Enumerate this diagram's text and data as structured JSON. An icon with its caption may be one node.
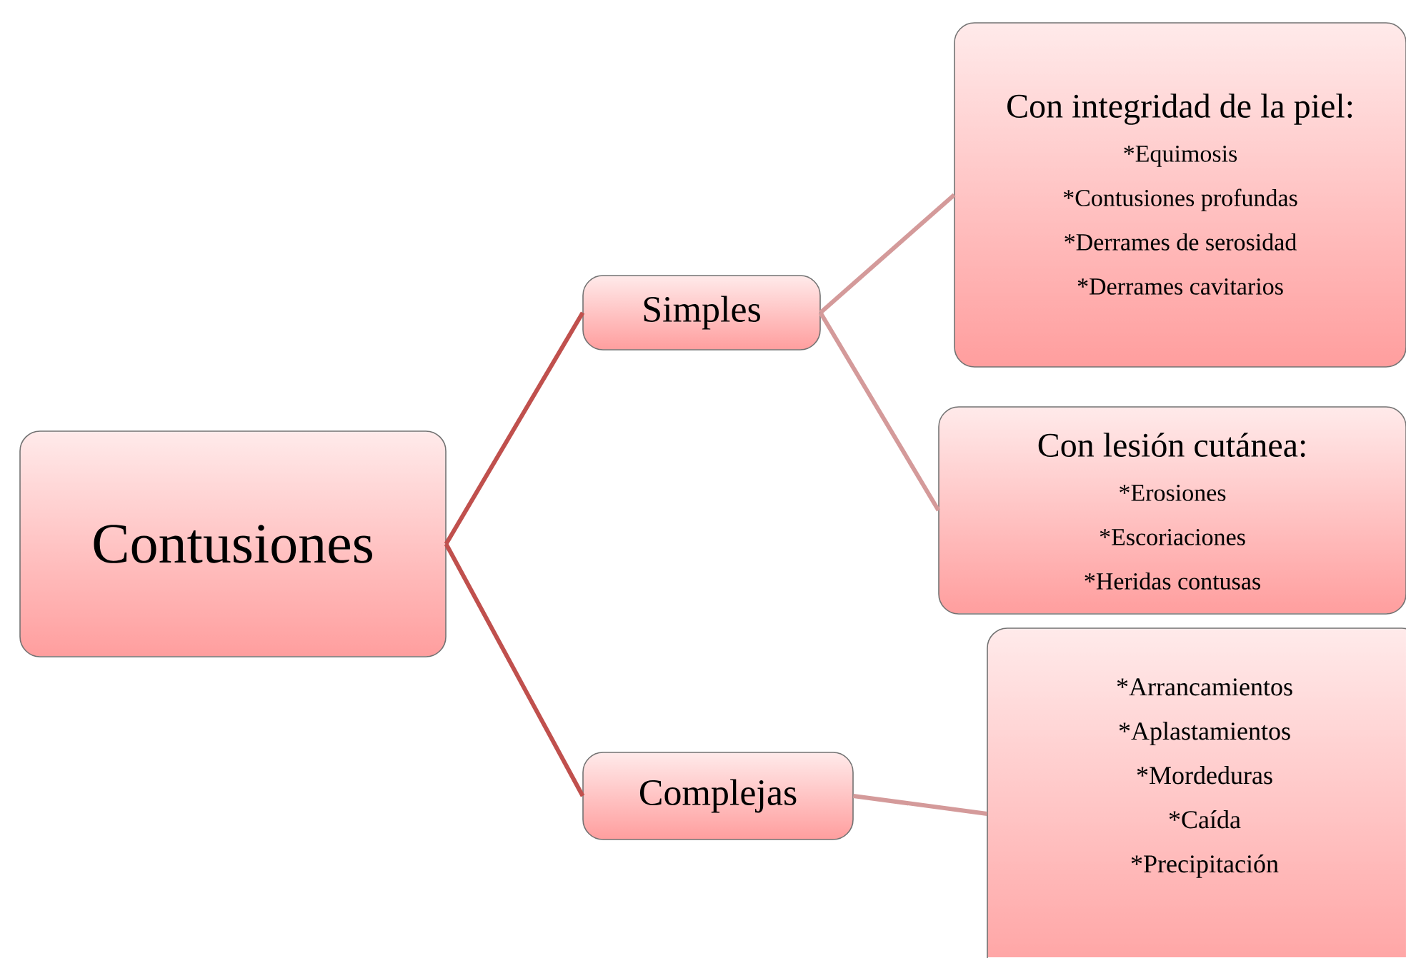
{
  "diagram": {
    "nodes": [
      {
        "text": [
          "Contusiones"
        ]
      },
      {
        "text": [
          "Simples"
        ]
      },
      {
        "text": [
          "Complejas"
        ]
      },
      {
        "text": [
          "Con integridad de la piel:",
          "*Equimosis",
          "*Contusiones profundas",
          "*Derrames de serosidad",
          "*Derrames cavitarios"
        ]
      },
      {
        "text": [
          "Con lesión cutánea:",
          "*Erosiones",
          "*Escoriaciones",
          "*Heridas contusas"
        ]
      },
      {
        "text": [
          "*Arrancamientos",
          "*Aplastamientos",
          "*Mordeduras",
          "*Caída",
          "*Precipitación"
        ]
      }
    ],
    "edges": [
      {
        "from": 0,
        "to": 1,
        "arrow": "none",
        "color": "#c0504d"
      },
      {
        "from": 0,
        "to": 2,
        "arrow": "none",
        "color": "#c0504d"
      },
      {
        "from": 1,
        "to": 3,
        "arrow": "none"
      },
      {
        "from": 1,
        "to": 4,
        "arrow": "none"
      },
      {
        "from": 2,
        "to": 5,
        "arrow": "none"
      }
    ]
  }
}
